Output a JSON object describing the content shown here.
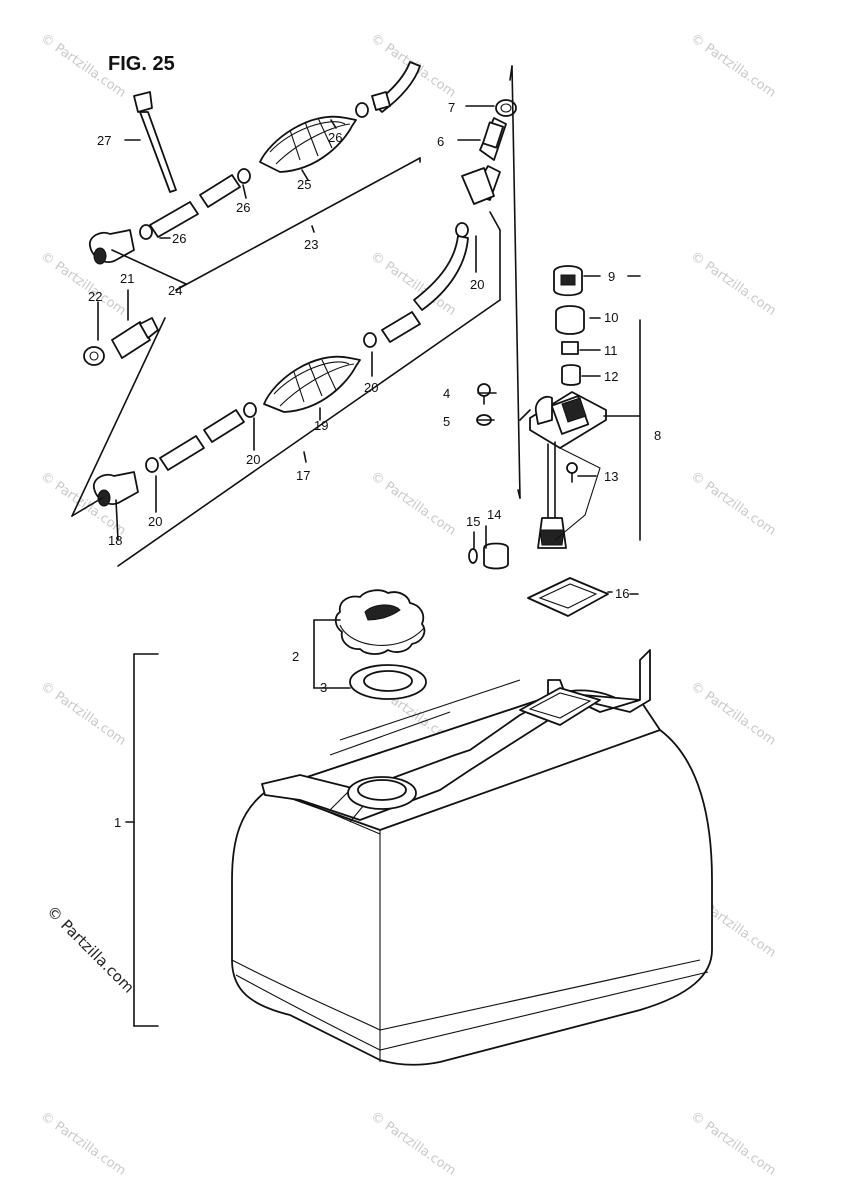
{
  "figure_title": "FIG. 25",
  "copyright": "© Partzilla.com",
  "watermark": "© Partzilla.com",
  "parts": [
    {
      "id": "p1",
      "label": "1"
    },
    {
      "id": "p2",
      "label": "2"
    },
    {
      "id": "p3",
      "label": "3"
    },
    {
      "id": "p4",
      "label": "4"
    },
    {
      "id": "p5",
      "label": "5"
    },
    {
      "id": "p6",
      "label": "6"
    },
    {
      "id": "p7",
      "label": "7"
    },
    {
      "id": "p8",
      "label": "8"
    },
    {
      "id": "p9",
      "label": "9"
    },
    {
      "id": "p10",
      "label": "10"
    },
    {
      "id": "p11",
      "label": "11"
    },
    {
      "id": "p12",
      "label": "12"
    },
    {
      "id": "p13",
      "label": "13"
    },
    {
      "id": "p14",
      "label": "14"
    },
    {
      "id": "p15",
      "label": "15"
    },
    {
      "id": "p16",
      "label": "16"
    },
    {
      "id": "p17",
      "label": "17"
    },
    {
      "id": "p18",
      "label": "18"
    },
    {
      "id": "p19",
      "label": "19"
    },
    {
      "id": "p20",
      "label": "20"
    },
    {
      "id": "p21",
      "label": "21"
    },
    {
      "id": "p22",
      "label": "22"
    },
    {
      "id": "p23",
      "label": "23"
    },
    {
      "id": "p24",
      "label": "24"
    },
    {
      "id": "p25",
      "label": "25"
    },
    {
      "id": "p26",
      "label": "26"
    },
    {
      "id": "p27",
      "label": "27"
    }
  ]
}
